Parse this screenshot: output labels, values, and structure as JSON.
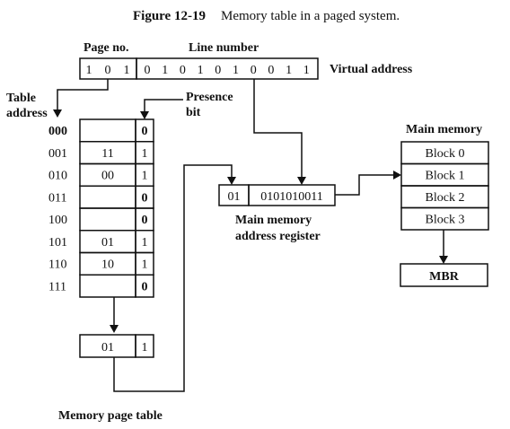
{
  "caption": {
    "figure_number": "Figure 12-19",
    "title": "Memory table in a paged system."
  },
  "virtual_address": {
    "page_no_label": "Page no.",
    "line_number_label": "Line number",
    "label": "Virtual address",
    "page_bits": [
      "1",
      "0",
      "1"
    ],
    "line_bits": [
      "0",
      "1",
      "0",
      "1",
      "0",
      "1",
      "0",
      "0",
      "1",
      "1"
    ]
  },
  "table": {
    "table_address_label": "Table\naddress",
    "presence_bit_label": "Presence\nbit",
    "rows": [
      {
        "address": "000",
        "block": "",
        "presence": "0"
      },
      {
        "address": "001",
        "block": "11",
        "presence": "1"
      },
      {
        "address": "010",
        "block": "00",
        "presence": "1"
      },
      {
        "address": "011",
        "block": "",
        "presence": "0"
      },
      {
        "address": "100",
        "block": "",
        "presence": "0"
      },
      {
        "address": "101",
        "block": "01",
        "presence": "1"
      },
      {
        "address": "110",
        "block": "10",
        "presence": "1"
      },
      {
        "address": "111",
        "block": "",
        "presence": "0"
      }
    ],
    "caption": "Memory page table"
  },
  "page_table_register": {
    "block": "01",
    "presence": "1"
  },
  "mm_address_register": {
    "block": "01",
    "line": "0101010011",
    "label_line1": "Main memory",
    "label_line2": "address register"
  },
  "main_memory": {
    "label": "Main memory",
    "blocks": [
      "Block 0",
      "Block 1",
      "Block 2",
      "Block 3"
    ]
  },
  "mbr": {
    "label": "MBR"
  }
}
